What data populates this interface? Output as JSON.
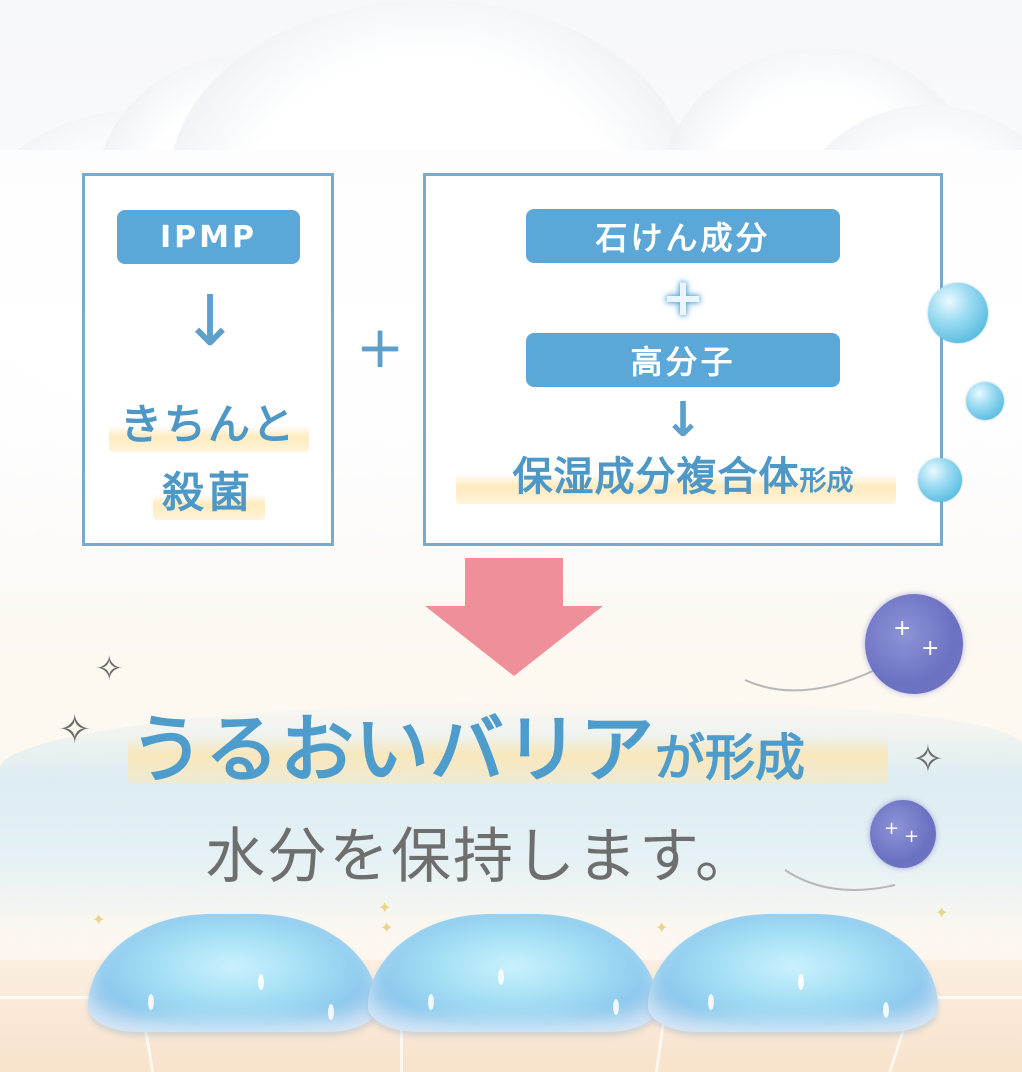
{
  "left_box": {
    "pill_label": "IPMP",
    "arrow": "↓",
    "result_line1": "きちんと",
    "result_line2": "殺菌"
  },
  "plus_between_boxes": "+",
  "right_box": {
    "pill_top_label": "石けん成分",
    "plus": "+",
    "pill_bottom_label": "高分子",
    "arrow": "↓",
    "result_main": "保湿成分複合体",
    "result_suffix": "形成"
  },
  "conclusion": {
    "headline_main": "うるおいバリア",
    "headline_suffix": "が形成",
    "subline": "水分を保持します。"
  },
  "decorations": {
    "sparkle_glyph": "✧",
    "twinkle_glyph": "+",
    "gold_sparkle_glyph": "✦"
  },
  "colors": {
    "pill_blue": "#5aa7d8",
    "text_blue": "#4d98c6",
    "box_border": "#7ca9c9",
    "pink_arrow": "#ef8f9a",
    "highlight_yellow": "#ffe4aa",
    "subline_gray": "#707070",
    "dark_bubble": "#6c72c2",
    "water_bubble": "#5ebfe2",
    "skin": "#f8e3cc"
  }
}
